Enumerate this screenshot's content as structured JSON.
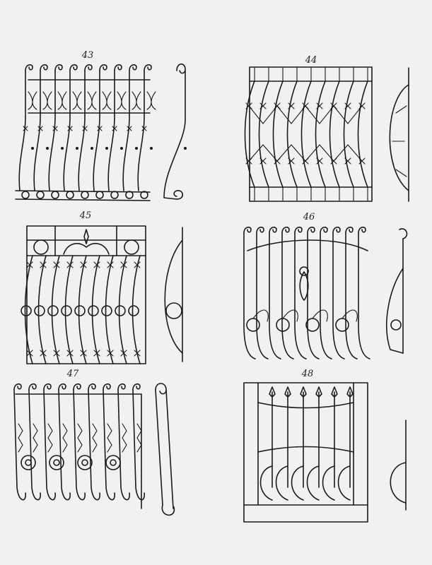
{
  "figures": [
    {
      "label": "43"
    },
    {
      "label": "44"
    },
    {
      "label": "45"
    },
    {
      "label": "46"
    },
    {
      "label": "47"
    },
    {
      "label": "48"
    }
  ],
  "colors": {
    "ink": "#1a1a1a",
    "paper": "#f1f1ef"
  }
}
